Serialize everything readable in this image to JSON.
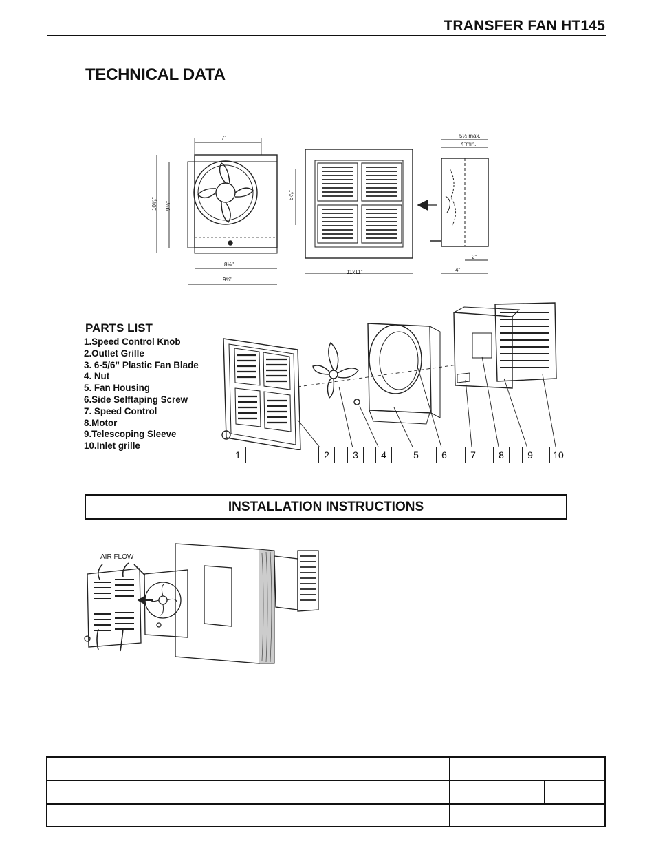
{
  "header": {
    "title": "TRANSFER FAN HT145"
  },
  "technical": {
    "heading": "TECHNICAL DATA",
    "dimensions": {
      "width_top": "7\"",
      "height_outer": "10⁵⁄₈\"",
      "height_inner": "9⅛\"",
      "height_right": "6⁷⁄₈\"",
      "width_inner": "8⅛\"",
      "width_outer": "9⅝\"",
      "grille_size": "11x11\"",
      "depth_max": "5½ max.",
      "depth_min": "4\"min.",
      "depth_small": "2\"",
      "depth_base": "4\""
    }
  },
  "parts": {
    "heading": "PARTS LIST",
    "items": [
      " 1.Speed Control Knob",
      " 2.Outlet Grille",
      " 3. 6-5/6” Plastic Fan Blade",
      " 4. Nut",
      " 5. Fan Housing",
      " 6.Side Selftaping Screw",
      " 7. Speed Control",
      " 8.Motor",
      " 9.Telescoping Sleeve",
      "10.Inlet grille"
    ],
    "callouts": [
      "1",
      "2",
      "3",
      "4",
      "5",
      "6",
      "7",
      "8",
      "9",
      "10"
    ]
  },
  "installation": {
    "heading": "INSTALLATION INSTRUCTIONS",
    "airflow_label": "AIR FLOW"
  }
}
